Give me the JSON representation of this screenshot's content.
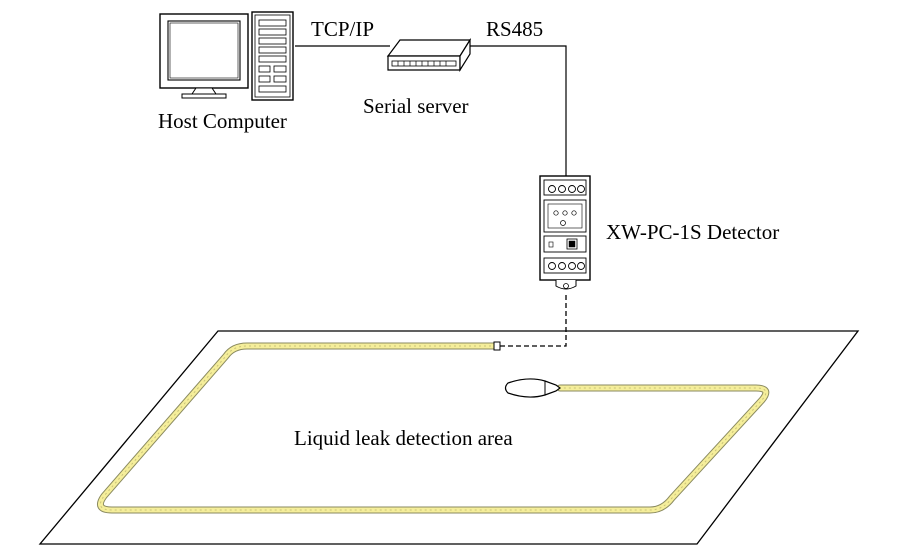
{
  "labels": {
    "tcp_ip": "TCP/IP",
    "rs485": "RS485",
    "host_computer": "Host Computer",
    "serial_server": "Serial server",
    "detector": "XW-PC-1S Detector",
    "area": "Liquid leak detection area"
  },
  "colors": {
    "line": "#000000",
    "cable_fill": "#f5ee9a",
    "cable_edge": "#c9c27a",
    "background": "#ffffff"
  }
}
